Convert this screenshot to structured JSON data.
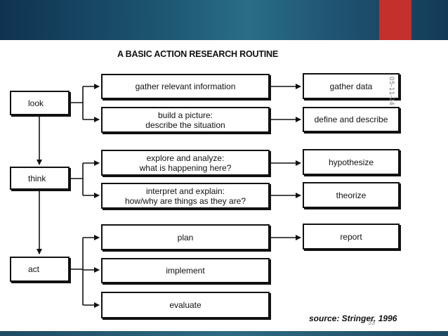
{
  "title": "A BASIC ACTION RESEARCH ROUTINE",
  "stages": {
    "look": "look",
    "think": "think",
    "act": "act"
  },
  "activities": {
    "gather_info": "gather relevant information",
    "build_picture_1": "build a picture:",
    "build_picture_2": "describe the situation",
    "explore_1": "explore and analyze:",
    "explore_2": "what is happening here?",
    "interpret_1": "interpret and explain:",
    "interpret_2": "how/why are things as they are?",
    "plan": "plan",
    "implement": "implement",
    "evaluate": "evaluate"
  },
  "outcomes": {
    "gather_data": "gather data",
    "define_describe": "define and describe",
    "hypothesize": "hypothesize",
    "theorize": "theorize",
    "report": "report"
  },
  "source": "source: Stringer, 1996",
  "date_stamp": "05-11-24",
  "page_number": "33",
  "colors": {
    "header_dark": "#0f3350",
    "header_accent": "#c4302b",
    "line": "#111111"
  }
}
